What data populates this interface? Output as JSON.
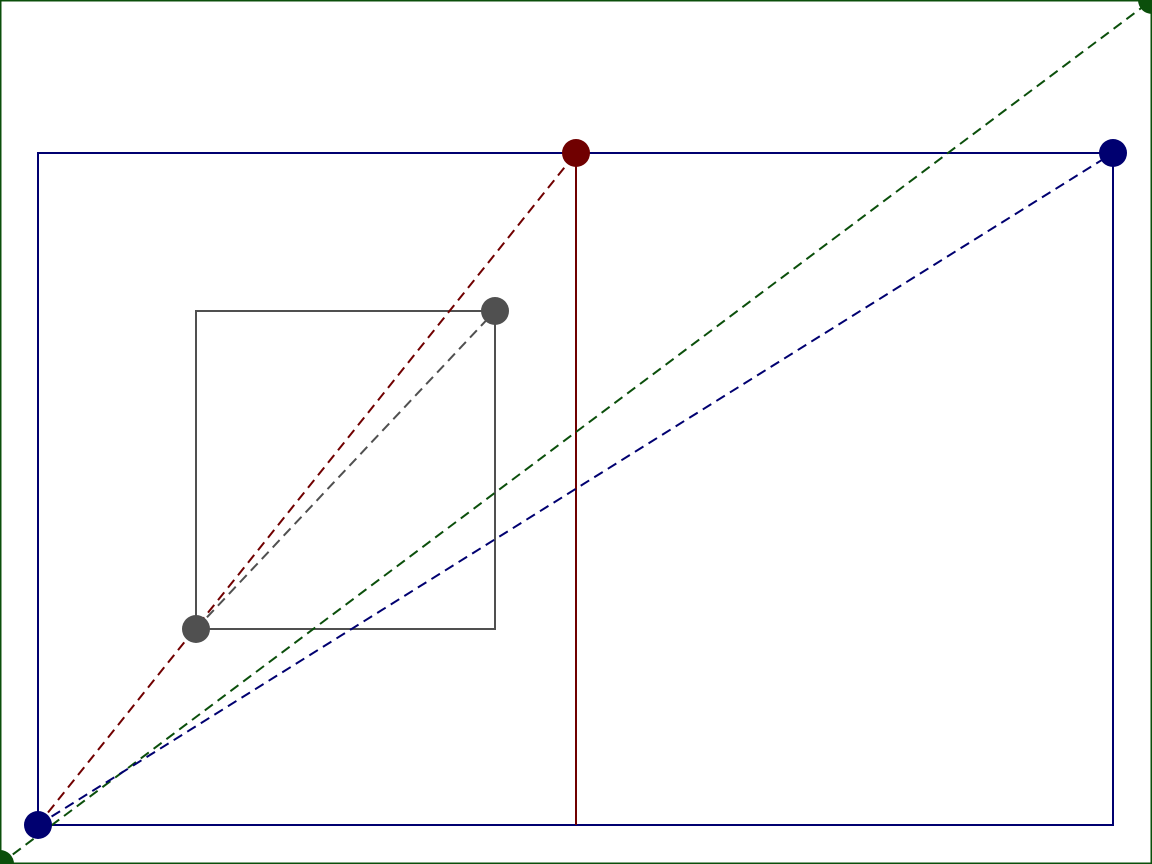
{
  "colors": {
    "frame": "#0b4f0b",
    "navy": "#000070",
    "maroon": "#700000",
    "gray": "#505050",
    "background": "#ffffff"
  },
  "diagram": {
    "description_visible_text": [],
    "shapes": [
      {
        "name": "outer-frame",
        "kind": "rect",
        "color": "frame"
      },
      {
        "name": "large-rectangle",
        "kind": "rect",
        "color": "navy"
      },
      {
        "name": "small-square",
        "kind": "rect",
        "color": "gray"
      },
      {
        "name": "vertical-divider",
        "kind": "line",
        "color": "maroon"
      },
      {
        "name": "frame-diagonal",
        "kind": "dashed-line",
        "color": "frame"
      },
      {
        "name": "large-rectangle-diagonal",
        "kind": "dashed-line",
        "color": "navy"
      },
      {
        "name": "square-half-diagonal",
        "kind": "dashed-line",
        "color": "maroon"
      },
      {
        "name": "small-square-diagonal",
        "kind": "dashed-line",
        "color": "gray"
      },
      {
        "name": "frame-corner-point-bottom-left",
        "kind": "point",
        "color": "frame"
      },
      {
        "name": "frame-corner-point-top-right",
        "kind": "point",
        "color": "frame"
      },
      {
        "name": "large-rectangle-point-bottom-left",
        "kind": "point",
        "color": "navy"
      },
      {
        "name": "large-rectangle-point-top-right",
        "kind": "point",
        "color": "navy"
      },
      {
        "name": "divider-point-top",
        "kind": "point",
        "color": "maroon"
      },
      {
        "name": "small-square-point-bottom-left",
        "kind": "point",
        "color": "gray"
      },
      {
        "name": "small-square-point-top-right",
        "kind": "point",
        "color": "gray"
      }
    ]
  }
}
